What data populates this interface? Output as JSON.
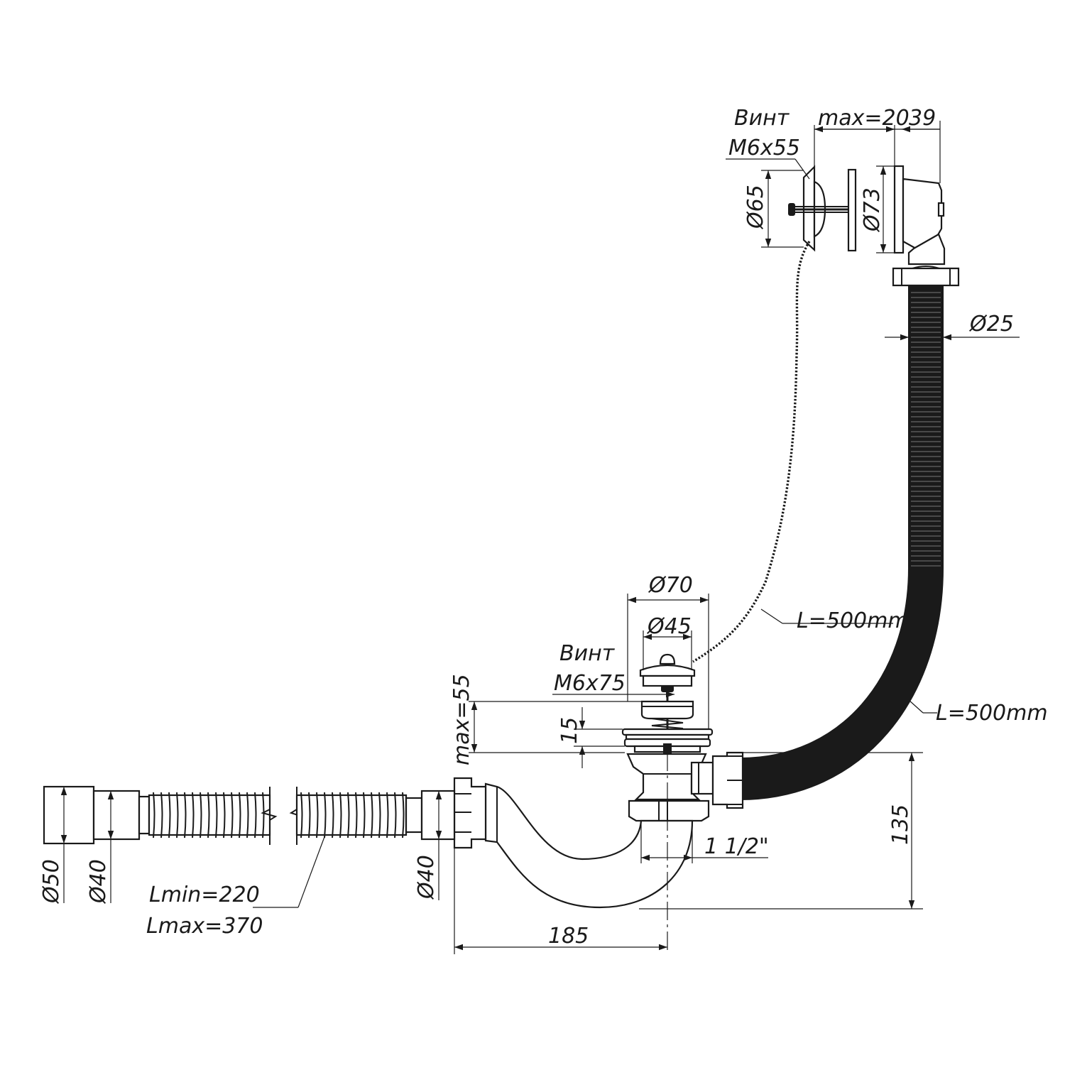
{
  "diagram": {
    "labels": {
      "screw_top": "Винт",
      "screw_top_size": "М6х55",
      "max_20": "max=20",
      "d_39": "39",
      "dia_65": "Ø65",
      "dia_73": "Ø73",
      "dia_25": "Ø25",
      "dia_70": "Ø70",
      "dia_45": "Ø45",
      "chain_len": "L=500mm",
      "screw_bottom": "Винт",
      "screw_bottom_size": "М6х75",
      "hose_len": "L=500mm",
      "max_55": "max=55",
      "d_15": "15",
      "d_135": "135",
      "thread": "1 1/2\"",
      "dia_50": "Ø50",
      "dia_40_left": "Ø40",
      "lmin": "Lmin=220",
      "lmax": "Lmax=370",
      "dia_40_right": "Ø40",
      "d_185": "185"
    },
    "colors": {
      "line": "#1a1a1a",
      "background": "#ffffff"
    }
  }
}
